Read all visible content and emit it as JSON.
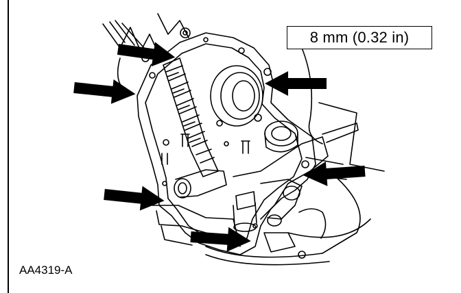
{
  "figure": {
    "callout_text": "8 mm (0.32 in)",
    "figure_id": "AA4319-A"
  },
  "illustration": {
    "subject": "engine front cover with sealant bead locations",
    "arrow_count": 6,
    "line_color": "#000000",
    "background_color": "#ffffff"
  }
}
